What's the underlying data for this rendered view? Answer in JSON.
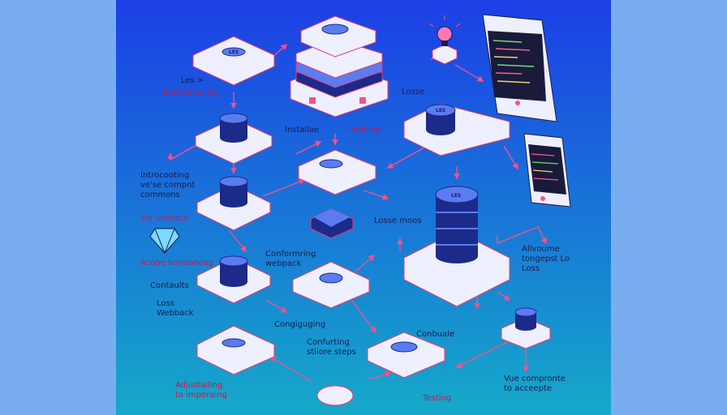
{
  "diagram": {
    "node_text": "LES",
    "labels": {
      "intro_top": "Les >",
      "intro": "Intromnucing",
      "install_a": "Installae",
      "install_b": "Intalling",
      "losse": "Losse",
      "introducing_block": "Introcooting\nve'se compnt\ncommons",
      "vue_undrece": "V:e undrece",
      "losse_moos": "Losse moos",
      "acope": "Acope hondonoag",
      "contaults": "Contaults",
      "loss_webback": "Loss\nWebback",
      "conformring": "Conformring\nwebpack",
      "configuring": "Congiguging",
      "conbuale": "Conbuale",
      "allvoume": "Allvoume\ntongepst Lo\nLoss",
      "confurting": "Confurting\nstiiore steps",
      "adjustalling": "Adjustalling\nto imperaing",
      "testing": "Testing",
      "vue_comprente": "Vue compronte\nto acceepte"
    }
  },
  "colors": {
    "bg_top": "#1c3fe6",
    "bg_bottom": "#15a9c9",
    "platform": "#eef0ff",
    "platform_edge": "#e83a7a",
    "disk_dark": "#1c2a8a",
    "disk_light": "#5b7cf0",
    "arrow": "#ff4f86",
    "text": "#1b1b4a"
  }
}
